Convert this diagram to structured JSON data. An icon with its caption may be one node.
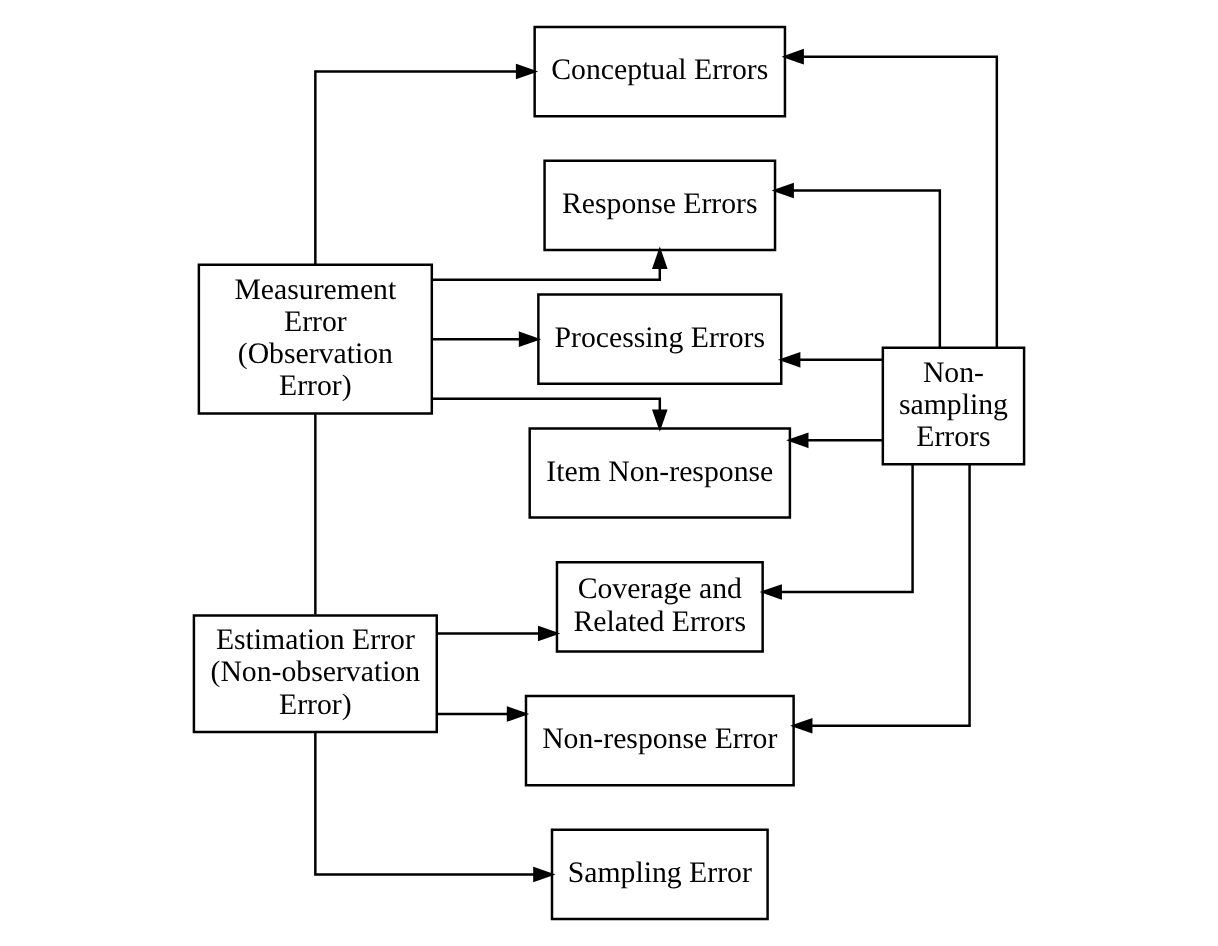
{
  "diagram": {
    "nodes": [
      {
        "text": [
          "Measurement Error (Observation Error)"
        ]
      },
      {
        "text": [
          "Conceptual Errors"
        ]
      },
      {
        "text": [
          "Response Errors"
        ]
      },
      {
        "text": [
          "Processing Errors"
        ]
      },
      {
        "text": [
          "Item Non-response"
        ]
      },
      {
        "text": [
          "Non-sampling Errors"
        ]
      },
      {
        "text": [
          "Estimation Error (Non-observation Error)"
        ]
      },
      {
        "text": [
          "Coverage and Related Errors"
        ]
      },
      {
        "text": [
          "Non-response Error"
        ]
      },
      {
        "text": [
          "Sampling Error"
        ]
      }
    ],
    "edges": [
      {
        "from": 0,
        "to": 1,
        "arrow": "to"
      },
      {
        "from": 0,
        "to": 2,
        "arrow": "to"
      },
      {
        "from": 0,
        "to": 3,
        "arrow": "to"
      },
      {
        "from": 0,
        "to": 4,
        "arrow": "to"
      },
      {
        "from": 5,
        "to": 1,
        "arrow": "to"
      },
      {
        "from": 5,
        "to": 2,
        "arrow": "to"
      },
      {
        "from": 5,
        "to": 3,
        "arrow": "to"
      },
      {
        "from": 5,
        "to": 4,
        "arrow": "to"
      },
      {
        "from": 5,
        "to": 7,
        "arrow": "to"
      },
      {
        "from": 5,
        "to": 8,
        "arrow": "to"
      },
      {
        "from": 0,
        "to": 6,
        "arrow": "none"
      },
      {
        "from": 6,
        "to": 7,
        "arrow": "to"
      },
      {
        "from": 6,
        "to": 8,
        "arrow": "to"
      },
      {
        "from": 6,
        "to": 9,
        "arrow": "to"
      }
    ]
  }
}
